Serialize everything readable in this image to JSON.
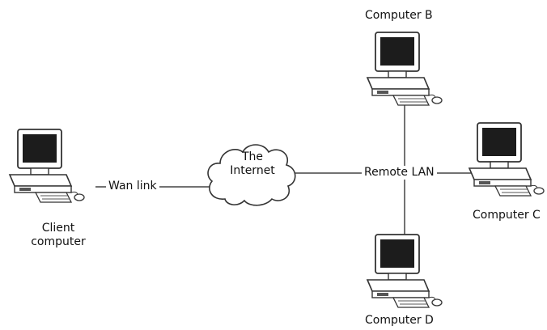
{
  "diagram": {
    "nodes": {
      "client": {
        "label_line1": "Client",
        "label_line2": "computer",
        "icon": "computer-icon"
      },
      "computer_b": {
        "label": "Computer B",
        "icon": "computer-icon"
      },
      "computer_c": {
        "label": "Computer C",
        "icon": "computer-icon"
      },
      "computer_d": {
        "label": "Computer D",
        "icon": "computer-icon"
      },
      "internet": {
        "label_line1": "The",
        "label_line2": "Internet",
        "icon": "cloud-icon"
      }
    },
    "links": {
      "wan": {
        "label": "Wan link"
      },
      "lan": {
        "label": "Remote LAN"
      }
    }
  }
}
